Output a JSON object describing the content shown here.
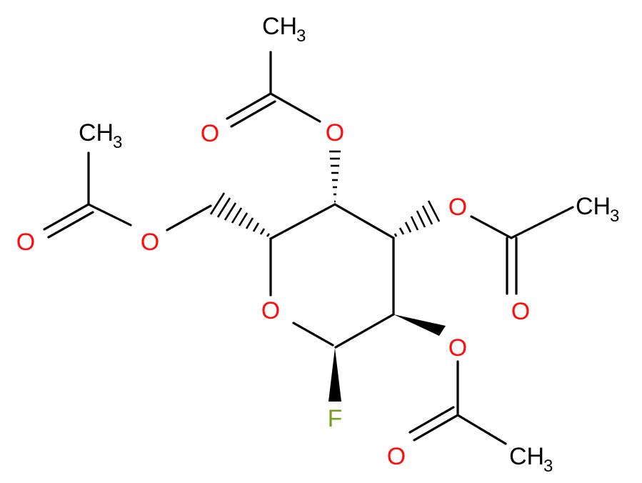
{
  "colors": {
    "bond": "#000000",
    "carbon": "#000000",
    "oxygen": "#ff0d0d",
    "fluorine": "#78a01e",
    "background": "#ffffff"
  },
  "labels": {
    "ring_o": "O",
    "fluorine": "F",
    "c6_o": "O",
    "c6_carbonyl_o": "O",
    "c6_ch3_main": "CH",
    "c6_ch3_sub": "3",
    "c4_o": "O",
    "c4_carbonyl_o": "O",
    "c4_ch3_main": "CH",
    "c4_ch3_sub": "3",
    "c3_o": "O",
    "c3_carbonyl_o": "O",
    "c3_ch3_main": "CH",
    "c3_ch3_sub": "3",
    "c2_o": "O",
    "c2_carbonyl_o": "O",
    "c2_ch3_main": "CH",
    "c2_ch3_sub": "3"
  }
}
